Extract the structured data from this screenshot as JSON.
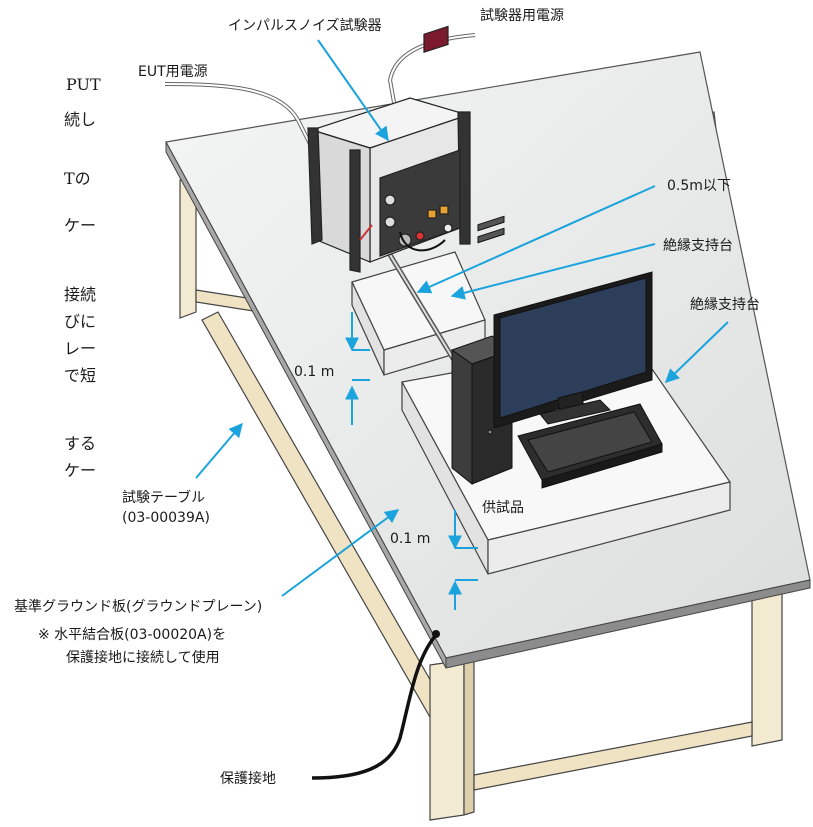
{
  "labels": {
    "impulse_noise_tester": "インパルスノイズ試験器",
    "tester_power": "試験器用電源",
    "eut_power": "EUT用電源",
    "distance_limit": "0.5m以下",
    "insulating_support_1": "絶縁支持台",
    "insulating_support_2": "絶縁支持台",
    "height_1": "0.1 m",
    "height_2": "0.1 m",
    "eut": "供試品",
    "test_table": "試験テーブル",
    "test_table_code": "(03-00039A)",
    "ground_plane": "基準グラウンド板(グラウンドプレーン)",
    "ground_plane_note_1": "※ 水平結合板(03-00020A)を",
    "ground_plane_note_2": "保護接地に接続して使用",
    "protective_earth": "保護接地"
  },
  "side_text": {
    "line1": "PUT",
    "line2": "続し",
    "line3": "Tの",
    "line4": "ケー",
    "line5": "接続",
    "line6": "びに",
    "line7": "レー",
    "line8": "で短",
    "line9": "する",
    "line10": "ケー"
  },
  "colors": {
    "arrow": "#1aa3dd",
    "table_top": "#e9eaea",
    "table_edge": "#8c8c8c",
    "wood": "#f3ead2",
    "monitor_screen": "#2c3e5a"
  }
}
